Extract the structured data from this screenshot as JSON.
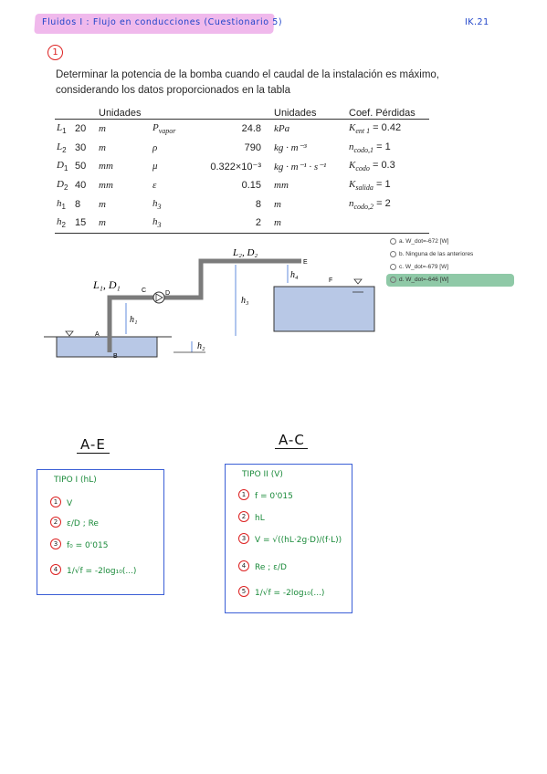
{
  "header": {
    "title": "Fluidos I : Flujo en conducciones (Cuestionario 5)",
    "page_ref": "IK.21"
  },
  "problem": {
    "number": "1",
    "text_line1": "Determinar la potencia de la bomba cuando el caudal de la instalación es máximo,",
    "text_line2": "considerando los datos proporcionados en la tabla"
  },
  "table": {
    "headers": [
      "Unidades",
      "Unidades",
      "Coef. Pérdidas"
    ],
    "rows": [
      {
        "sym": "L",
        "sub": "1",
        "val": "20",
        "unit": "m",
        "sym2": "P",
        "sub2": "vapor",
        "val2": "24.8",
        "unit2": "kPa",
        "coef": "K",
        "csub": "ent 1",
        "cval": "= 0.42"
      },
      {
        "sym": "L",
        "sub": "2",
        "val": "30",
        "unit": "m",
        "sym2": "ρ",
        "sub2": "",
        "val2": "790",
        "unit2": "kg · m⁻³",
        "coef": "n",
        "csub": "codo,1",
        "cval": "= 1"
      },
      {
        "sym": "D",
        "sub": "1",
        "val": "50",
        "unit": "mm",
        "sym2": "μ",
        "sub2": "",
        "val2": "0.322×10⁻³",
        "unit2": "kg · m⁻¹ · s⁻¹",
        "coef": "K",
        "csub": "codo",
        "cval": "= 0.3"
      },
      {
        "sym": "D",
        "sub": "2",
        "val": "40",
        "unit": "mm",
        "sym2": "ε",
        "sub2": "",
        "val2": "0.15",
        "unit2": "mm",
        "coef": "K",
        "csub": "salida",
        "cval": "= 1"
      },
      {
        "sym": "h",
        "sub": "1",
        "val": "8",
        "unit": "m",
        "sym2": "h",
        "sub2": "3",
        "val2": "8",
        "unit2": "m",
        "coef": "n",
        "csub": "codo,2",
        "cval": "= 2"
      },
      {
        "sym": "h",
        "sub": "2",
        "val": "15",
        "unit": "m",
        "sym2": "h",
        "sub2": "3",
        "val2": "2",
        "unit2": "m",
        "coef": "",
        "csub": "",
        "cval": ""
      }
    ]
  },
  "diagram": {
    "label_L2D2": "L₂, D₂",
    "label_L1D1": "L₁, D₁",
    "point_A": "A",
    "point_B": "B",
    "point_C": "C",
    "point_D": "D",
    "point_E": "E",
    "point_F": "F",
    "h1": "h₁",
    "h2": "h₂",
    "h3": "h₃",
    "h4": "h₄"
  },
  "options": [
    {
      "letter": "a.",
      "text": "W_dot=-672 [W]",
      "selected": false
    },
    {
      "letter": "b.",
      "text": "Ninguna de las anteriores",
      "selected": false
    },
    {
      "letter": "c.",
      "text": "W_dot=-679 [W]",
      "selected": false
    },
    {
      "letter": "d.",
      "text": "W_dot=-646 [W]",
      "selected": true
    }
  ],
  "notes_left": {
    "title": "A-E",
    "subtitle": "TIPO I (hL)",
    "steps": [
      {
        "n": "1",
        "text": "V"
      },
      {
        "n": "2",
        "text": "ε/D ; Re"
      },
      {
        "n": "3",
        "text": "f₀ = 0'015"
      },
      {
        "n": "4",
        "text": "1/√f = -2log₁₀(...)"
      }
    ]
  },
  "notes_right": {
    "title": "A-C",
    "subtitle": "TIPO II (V)",
    "steps": [
      {
        "n": "1",
        "text": "f = 0'015"
      },
      {
        "n": "2",
        "text": "hL"
      },
      {
        "n": "3",
        "text": "V = √((hL·2g·D)/(f·L))"
      },
      {
        "n": "4",
        "text": "Re ; ε/D"
      },
      {
        "n": "5",
        "text": "1/√f = -2log₁₀(...)"
      }
    ]
  },
  "colors": {
    "highlight": "#f0b9ec",
    "ink_blue": "#1f44c9",
    "ink_red": "#d22222",
    "ink_green": "#1a8a3a",
    "water": "#b8c8e6",
    "pipe": "#7b7b7b",
    "selected_option": "#8fc9a7"
  }
}
